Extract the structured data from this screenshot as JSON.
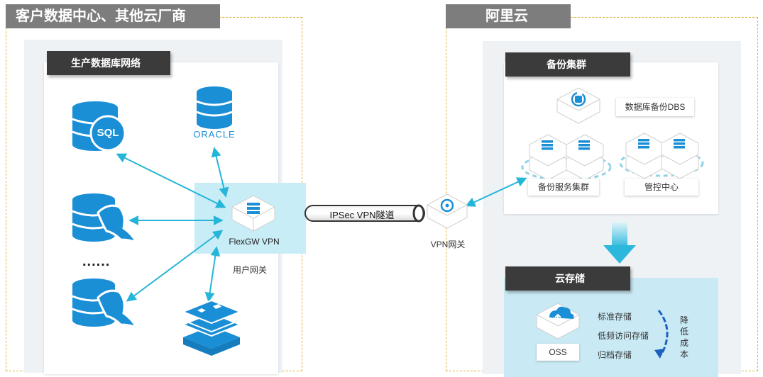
{
  "left_zone": {
    "title": "客户数据中心、其他云厂商",
    "network_title": "生产数据库网络",
    "sql_label": "SQL",
    "oracle_label": "ORACLE",
    "ellipsis": "......",
    "gateway_label": "FlexGW VPN",
    "gateway_caption": "用户网关"
  },
  "tunnel": {
    "label": "IPSec VPN隧道"
  },
  "vpn_gateway": {
    "label": "VPN网关"
  },
  "right_zone": {
    "title": "阿里云",
    "backup_cluster": {
      "title": "备份集群",
      "dbs_label": "数据库备份DBS",
      "service_cluster_label": "备份服务集群",
      "control_center_label": "管控中心"
    },
    "cloud_storage": {
      "title": "云存储",
      "oss_label": "OSS",
      "tiers": [
        "标准存储",
        "低频访问存储",
        "归档存储"
      ],
      "cost_label": [
        "降",
        "低",
        "成",
        "本"
      ]
    }
  },
  "colors": {
    "accent_blue": "#1b8fd6",
    "arrow_cyan": "#25b5d8",
    "zone_border": "#e2b23a",
    "header_dark": "#3b3b3b",
    "zone_title_gray": "#7d7d7d",
    "gateway_bg": "#c9edf7",
    "storage_bg": "#c9eaf5"
  }
}
